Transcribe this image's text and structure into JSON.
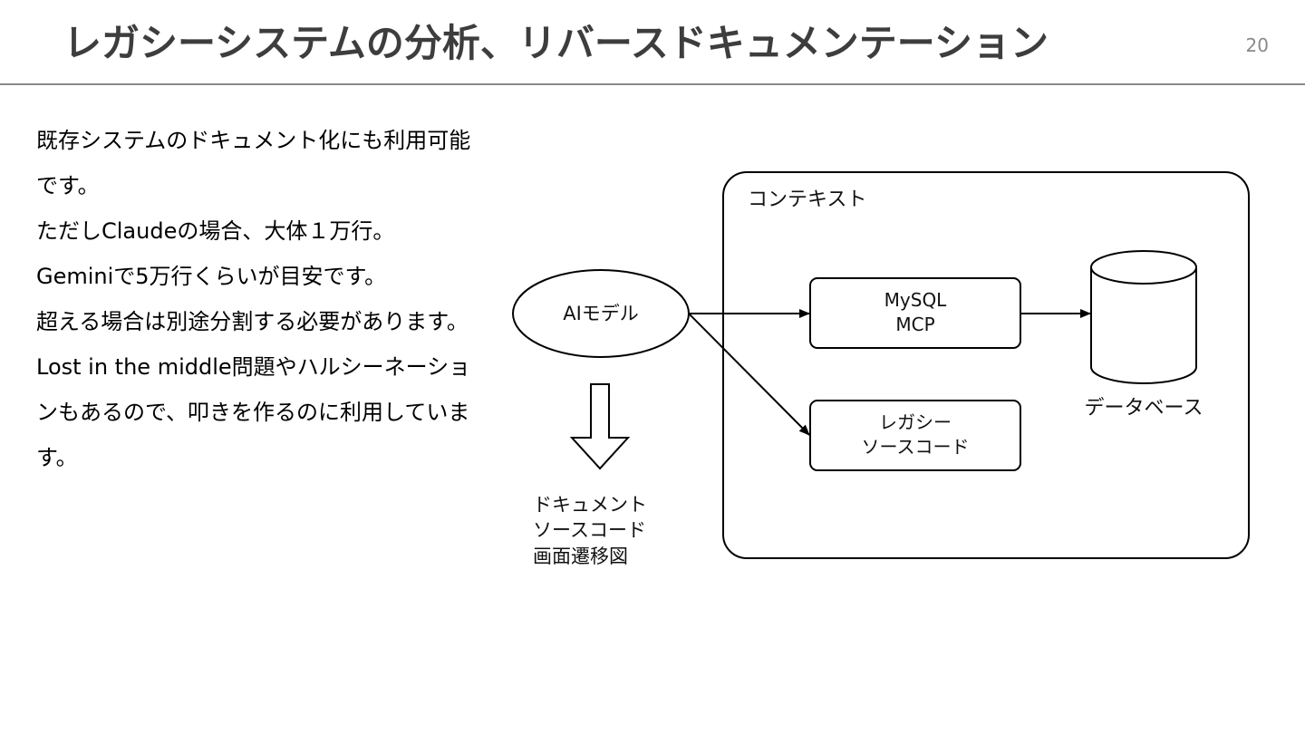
{
  "slide": {
    "title": "レガシーシステムの分析、リバースドキュメンテーション",
    "page_number": "20"
  },
  "body": {
    "lines": [
      "既存システムのドキュメント化にも利用可能です。",
      "ただしClaudeの場合、大体１万行。",
      "Geminiで5万行くらいが目安です。",
      "超える場合は別途分割する必要があります。",
      "Lost in the middle問題やハルシーネーションもあるので、叩きを作るのに利用しています。"
    ]
  },
  "diagram": {
    "context_label": "コンテキスト",
    "ai_model_label": "AIモデル",
    "mysql_mcp_lines": [
      "MySQL",
      "MCP"
    ],
    "legacy_source_lines": [
      "レガシー",
      "ソースコード"
    ],
    "database_label": "データベース",
    "output_lines": [
      "ドキュメント",
      "ソースコード",
      "画面遷移図"
    ]
  }
}
